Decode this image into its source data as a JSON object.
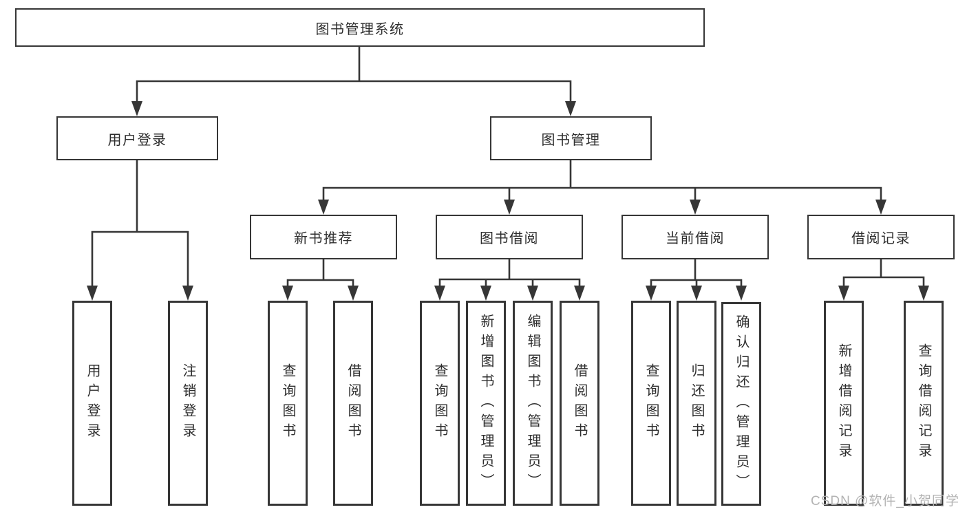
{
  "colors": {
    "line": "#363636",
    "box_border": "#363636",
    "box_fill": "#ffffff",
    "text": "#2e2e2e",
    "watermark": "#b3b3b3",
    "background": "#ffffff"
  },
  "tree": {
    "root": "图书管理系统",
    "branches": [
      {
        "label": "用户登录",
        "children": [
          {
            "label": "用户登录"
          },
          {
            "label": "注销登录"
          }
        ]
      },
      {
        "label": "图书管理",
        "children": [
          {
            "label": "新书推荐",
            "children": [
              {
                "label": "查询图书"
              },
              {
                "label": "借阅图书"
              }
            ]
          },
          {
            "label": "图书借阅",
            "children": [
              {
                "label": "查询图书"
              },
              {
                "label": "新增图书（管理员）"
              },
              {
                "label": "编辑图书（管理员）"
              },
              {
                "label": "借阅图书"
              }
            ]
          },
          {
            "label": "当前借阅",
            "children": [
              {
                "label": "查询图书"
              },
              {
                "label": "归还图书"
              },
              {
                "label": "确认归还（管理员）"
              }
            ]
          },
          {
            "label": "借阅记录",
            "children": [
              {
                "label": "新增借阅记录"
              },
              {
                "label": "查询借阅记录"
              }
            ]
          }
        ]
      }
    ]
  },
  "watermark": {
    "text": "CSDN @软件_小贺同学"
  }
}
